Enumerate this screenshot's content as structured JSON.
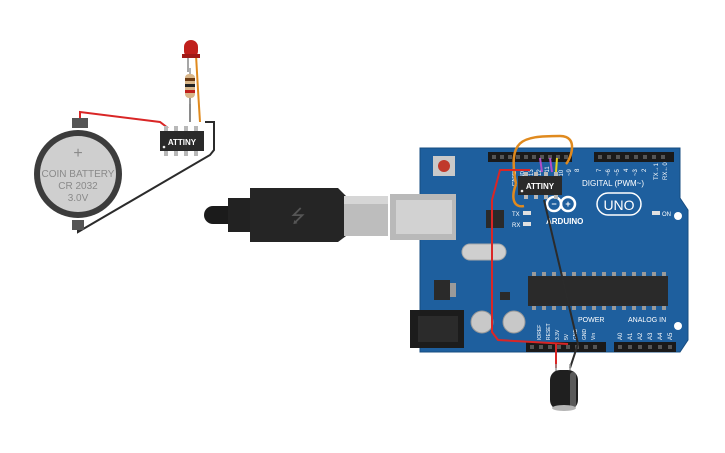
{
  "battery": {
    "symbol": "+",
    "line1": "COIN BATTERY",
    "line2": "CR 2032",
    "line3": "3.0V"
  },
  "chip_standalone": {
    "label": "ATTINY"
  },
  "chip_on_board": {
    "label": "ATTINY"
  },
  "arduino": {
    "digital_label": "DIGITAL (PWM~)",
    "brand": "ARDUINO",
    "model": "UNO",
    "tx": "TX",
    "rx": "RX",
    "on": "ON",
    "l": "L",
    "power": "POWER",
    "analog_in": "ANALOG IN",
    "aref": "AREF",
    "gnd": "GND",
    "digital_pins": [
      "13",
      "12",
      "~11",
      "~10",
      "~9",
      "8",
      "7",
      "~6",
      "~5",
      "4",
      "~3",
      "2",
      "TX→1",
      "RX←0"
    ],
    "power_pins": [
      "IOREF",
      "RESET",
      "3.3V",
      "5V",
      "GND",
      "GND",
      "Vin"
    ],
    "analog_pins": [
      "A0",
      "A1",
      "A2",
      "A3",
      "A4",
      "A5"
    ]
  },
  "colors": {
    "board": "#1e5f9e",
    "board_edge": "#174c80",
    "wire_red": "#d92626",
    "wire_black": "#2b2b2b",
    "wire_orange": "#e08a1e",
    "led": "#c0201c",
    "chip": "#2a2a2a"
  }
}
